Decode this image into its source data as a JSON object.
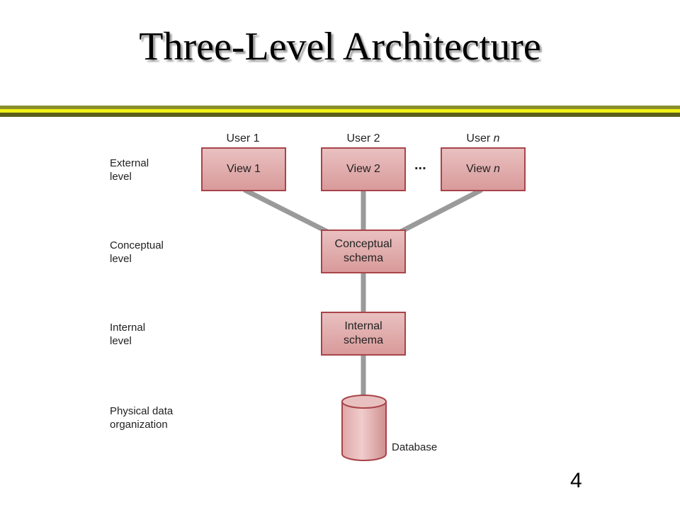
{
  "slide": {
    "title": "Three-Level Architecture",
    "page_number": "4"
  },
  "levels": {
    "external": "External\nlevel",
    "conceptual": "Conceptual\nlevel",
    "internal": "Internal\nlevel",
    "physical": "Physical data\norganization"
  },
  "users": {
    "user1": "User 1",
    "user2": "User 2",
    "usern_prefix": "User ",
    "usern_var": "n"
  },
  "views": {
    "view1": "View 1",
    "view2": "View 2",
    "viewn_prefix": "View ",
    "viewn_var": "n",
    "ellipsis": "..."
  },
  "schemas": {
    "conceptual": "Conceptual\nschema",
    "internal": "Internal\nschema"
  },
  "database": {
    "label": "Database"
  },
  "colors": {
    "box_fill_top": "#e9c0c0",
    "box_fill_bottom": "#d99a9a",
    "box_border": "#a8444a",
    "connector": "#9a9a9a",
    "rule_dark": "#5c5f1a",
    "rule_bright": "#f2f214"
  }
}
